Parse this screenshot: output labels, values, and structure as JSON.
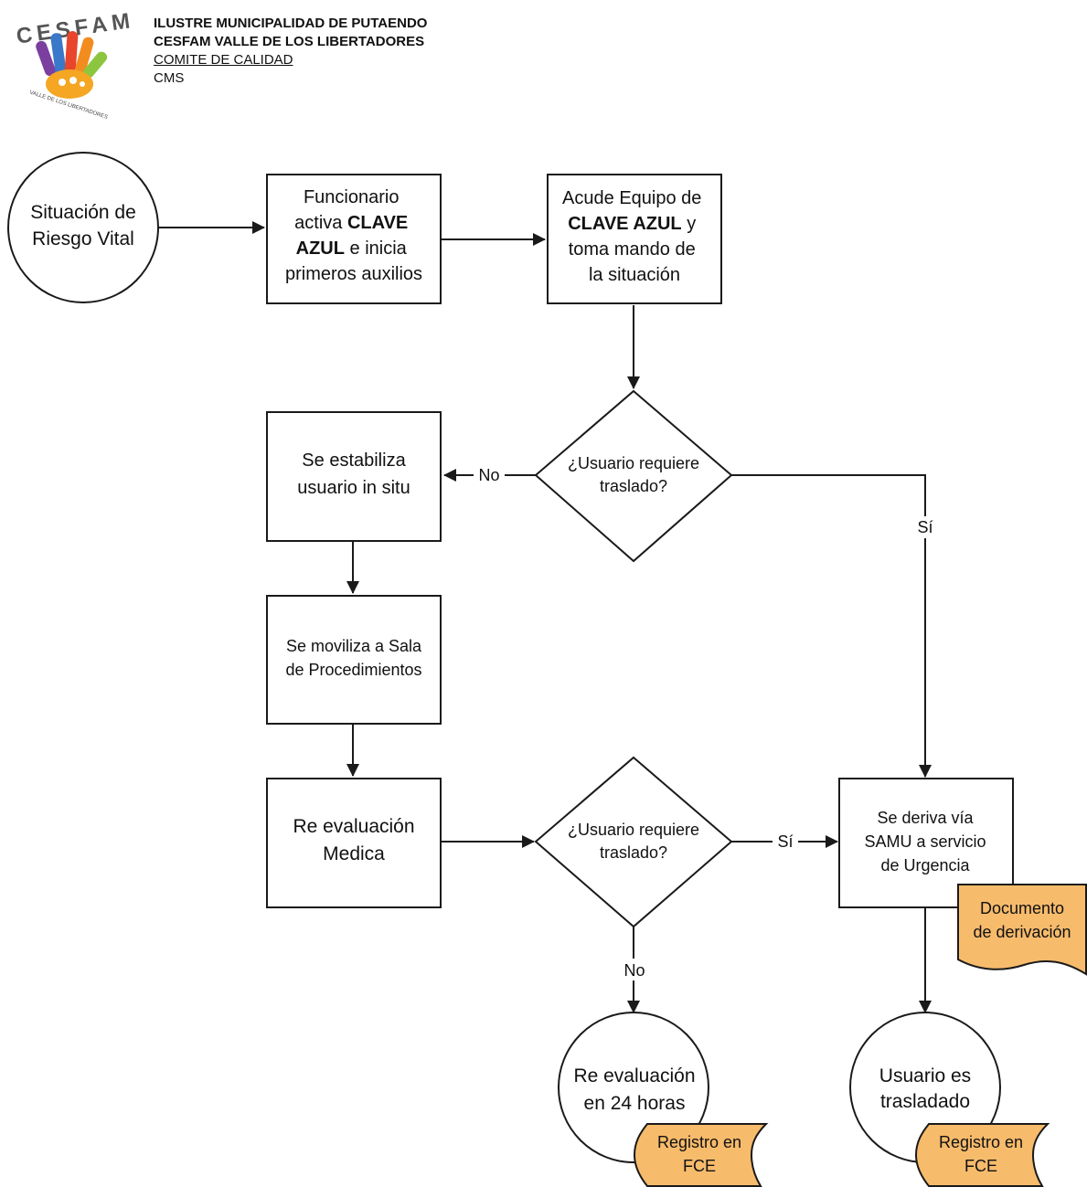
{
  "header": {
    "logo_text": "CESFAM",
    "logo_ring_text": "VALLE DE LOS LIBERTADORES",
    "line1": "ILUSTRE MUNICIPALIDAD DE PUTAENDO",
    "line2": "CESFAM VALLE DE LOS LIBERTADORES",
    "line3": "COMITE DE CALIDAD",
    "line4": "CMS"
  },
  "nodes": {
    "start": [
      "Situación de",
      "Riesgo Vital"
    ],
    "activa": {
      "l1": "Funcionario",
      "l2_a": "activa ",
      "l2_b": "CLAVE",
      "l3_a": "AZUL",
      "l3_b": " e inicia",
      "l4": "primeros auxilios"
    },
    "acude": {
      "l1": "Acude Equipo de",
      "l2_a": "CLAVE AZUL",
      "l2_b": " y",
      "l3": "toma mando de",
      "l4": "la situación"
    },
    "decision1": [
      "¿Usuario requiere",
      "traslado?"
    ],
    "estabiliza": [
      "Se estabiliza",
      "usuario in situ"
    ],
    "moviliza": [
      "Se moviliza a Sala",
      "de Procedimientos"
    ],
    "reevaluacion": [
      "Re evaluación",
      "Medica"
    ],
    "decision2": [
      "¿Usuario requiere",
      "traslado?"
    ],
    "deriva": [
      "Se deriva vía",
      "SAMU a servicio",
      "de Urgencia"
    ],
    "documento": [
      "Documento",
      "de derivación"
    ],
    "reeval24": [
      "Re evaluación",
      "en 24 horas"
    ],
    "trasladado": [
      "Usuario es",
      "trasladado"
    ],
    "registro1": [
      "Registro en",
      "FCE"
    ],
    "registro2": [
      "Registro en",
      "FCE"
    ]
  },
  "edges": {
    "d1_no": "No",
    "d1_si": "Sí",
    "d2_si": "Sí",
    "d2_no": "No"
  },
  "colors": {
    "document_fill": "#f7bb6c",
    "stroke": "#1a1a1a",
    "logo_hands": [
      "#e8452c",
      "#f28c1e",
      "#f5c61e",
      "#8cc63f",
      "#3a78c9",
      "#7b3fa0"
    ]
  }
}
